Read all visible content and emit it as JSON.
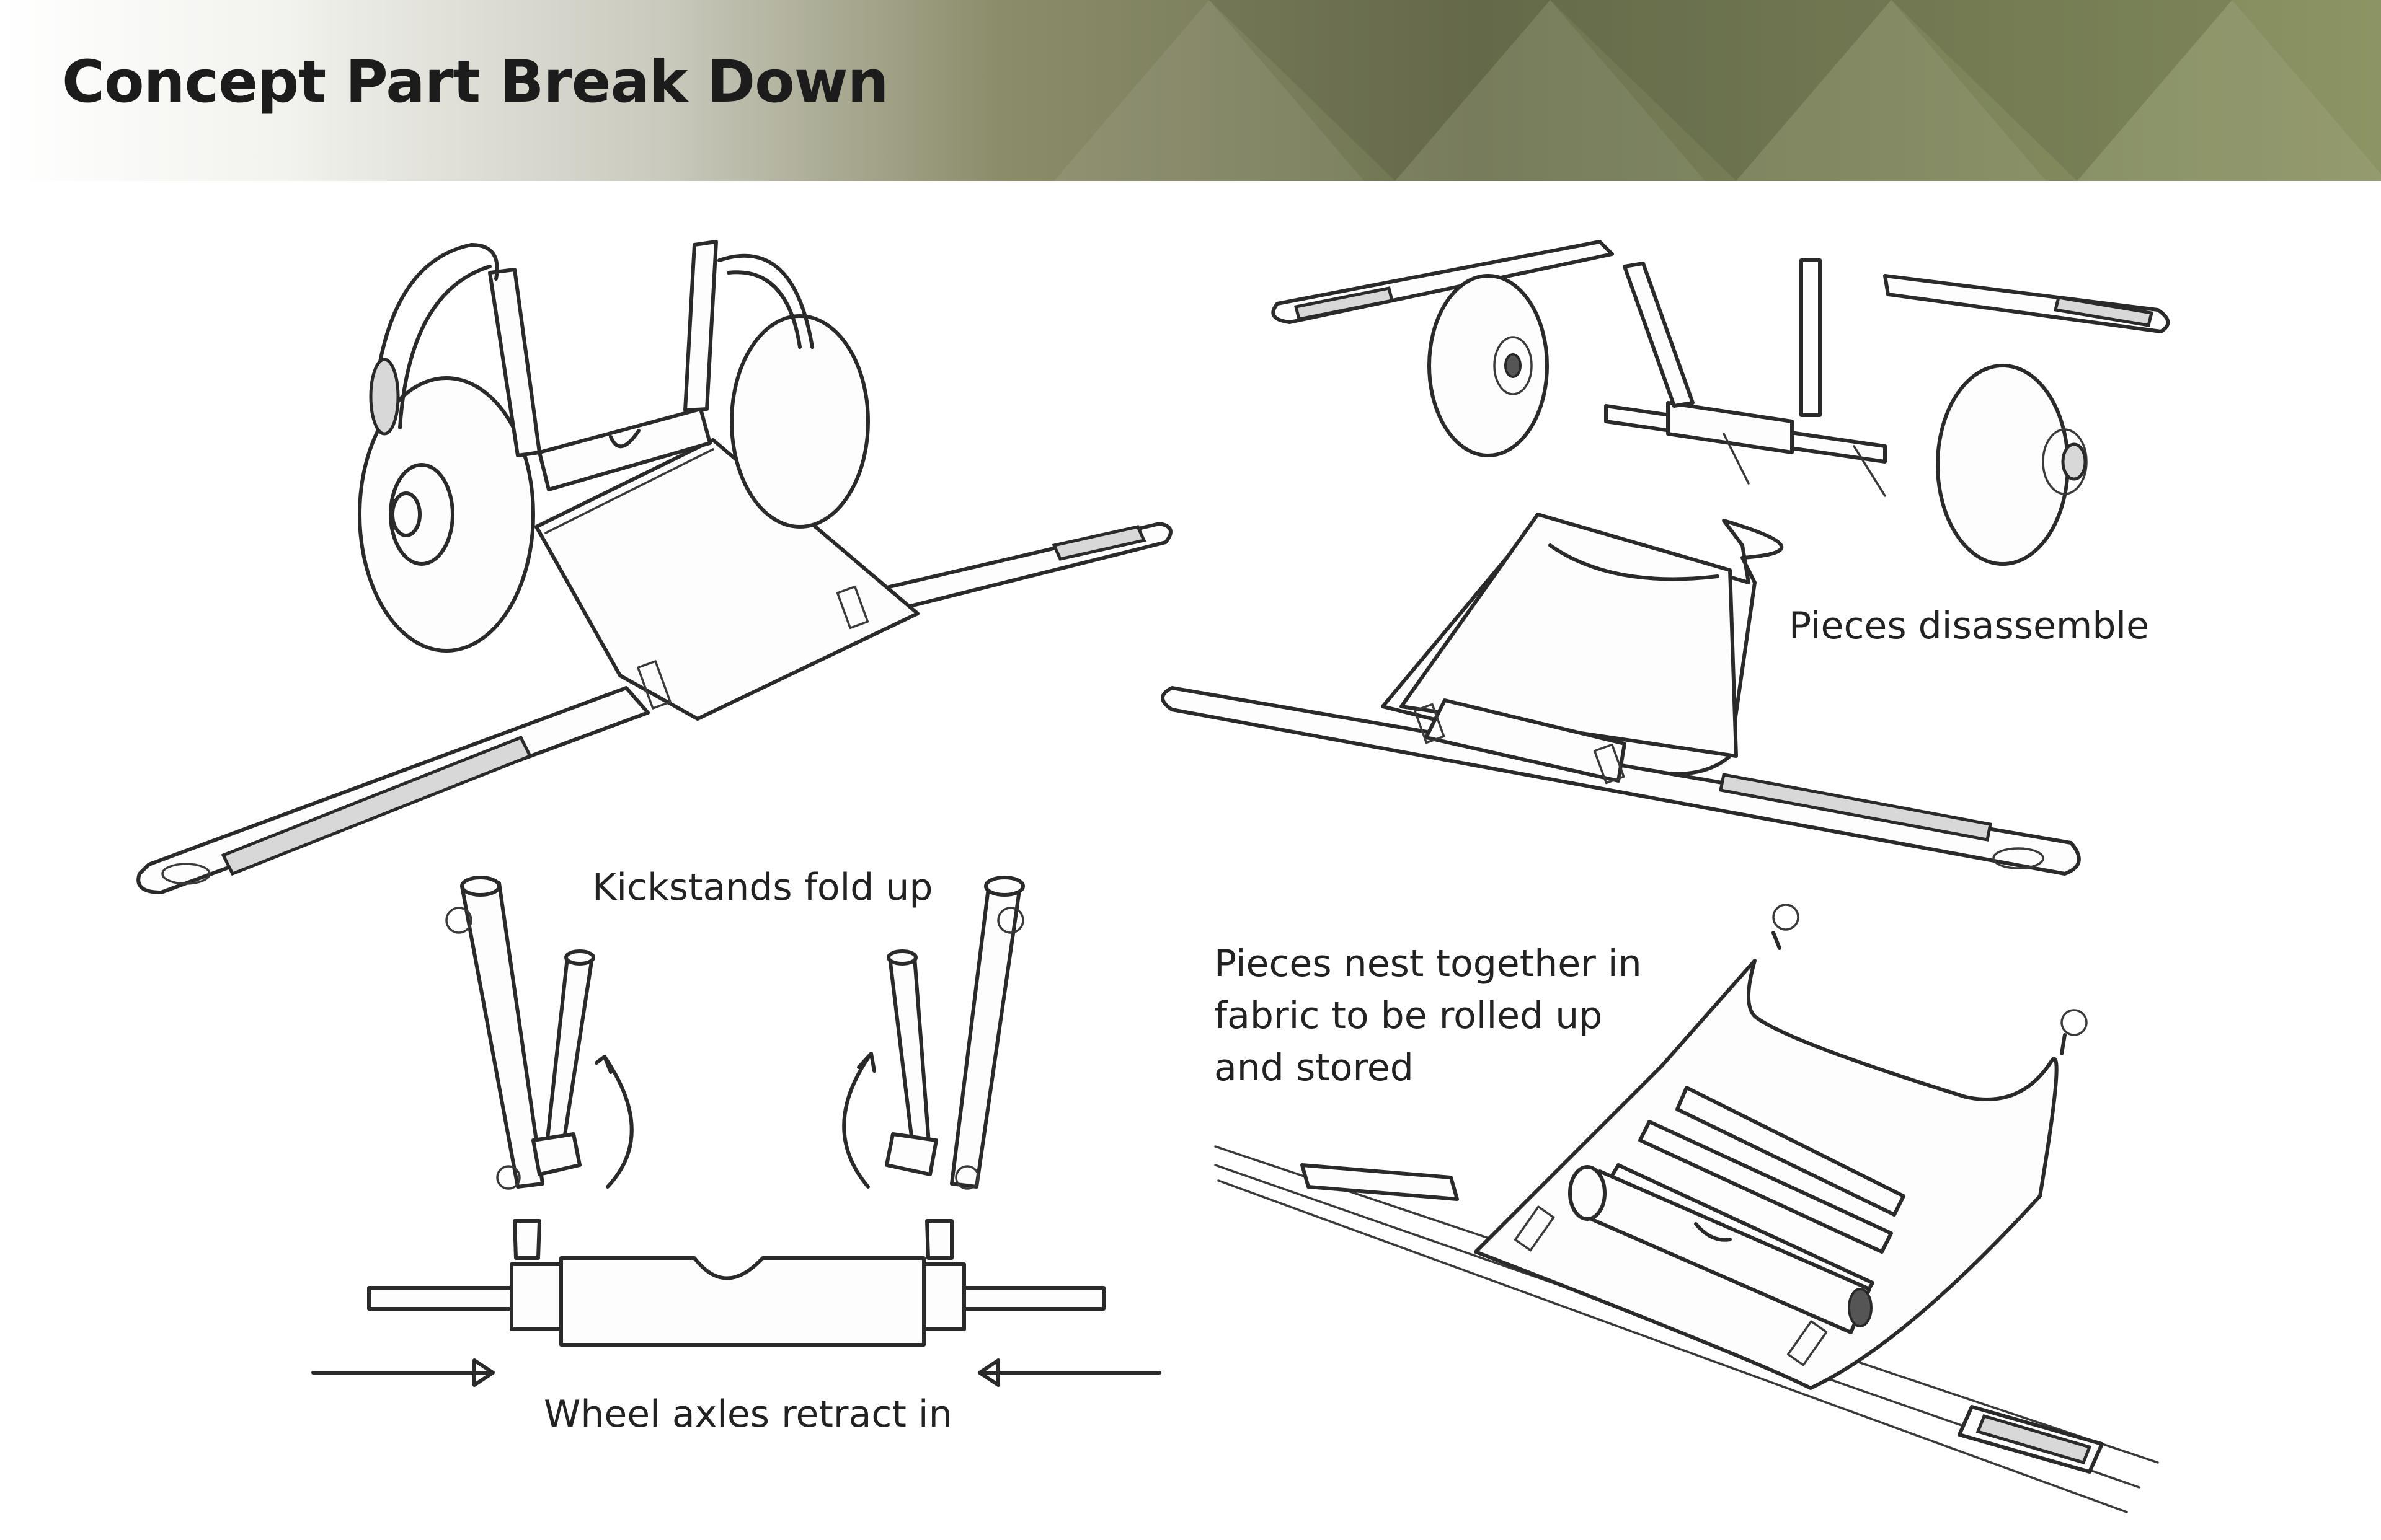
{
  "header": {
    "title": "Concept Part Break Down",
    "banner_colors": [
      "#ffffff",
      "#c9c9bd",
      "#8b8c6a",
      "#6d7350",
      "#8c9463"
    ]
  },
  "captions": {
    "kickstands": "Kickstands fold up",
    "disassemble": "Pieces disassemble",
    "axles": "Wheel axles retract in",
    "nest": [
      "Pieces nest together in",
      "fabric to be rolled up",
      "and stored"
    ]
  },
  "sketches": [
    "assembled-cart-sketch",
    "disassembled-parts-sketch",
    "kickstand-axle-detail-sketch",
    "rolled-storage-sketch"
  ]
}
